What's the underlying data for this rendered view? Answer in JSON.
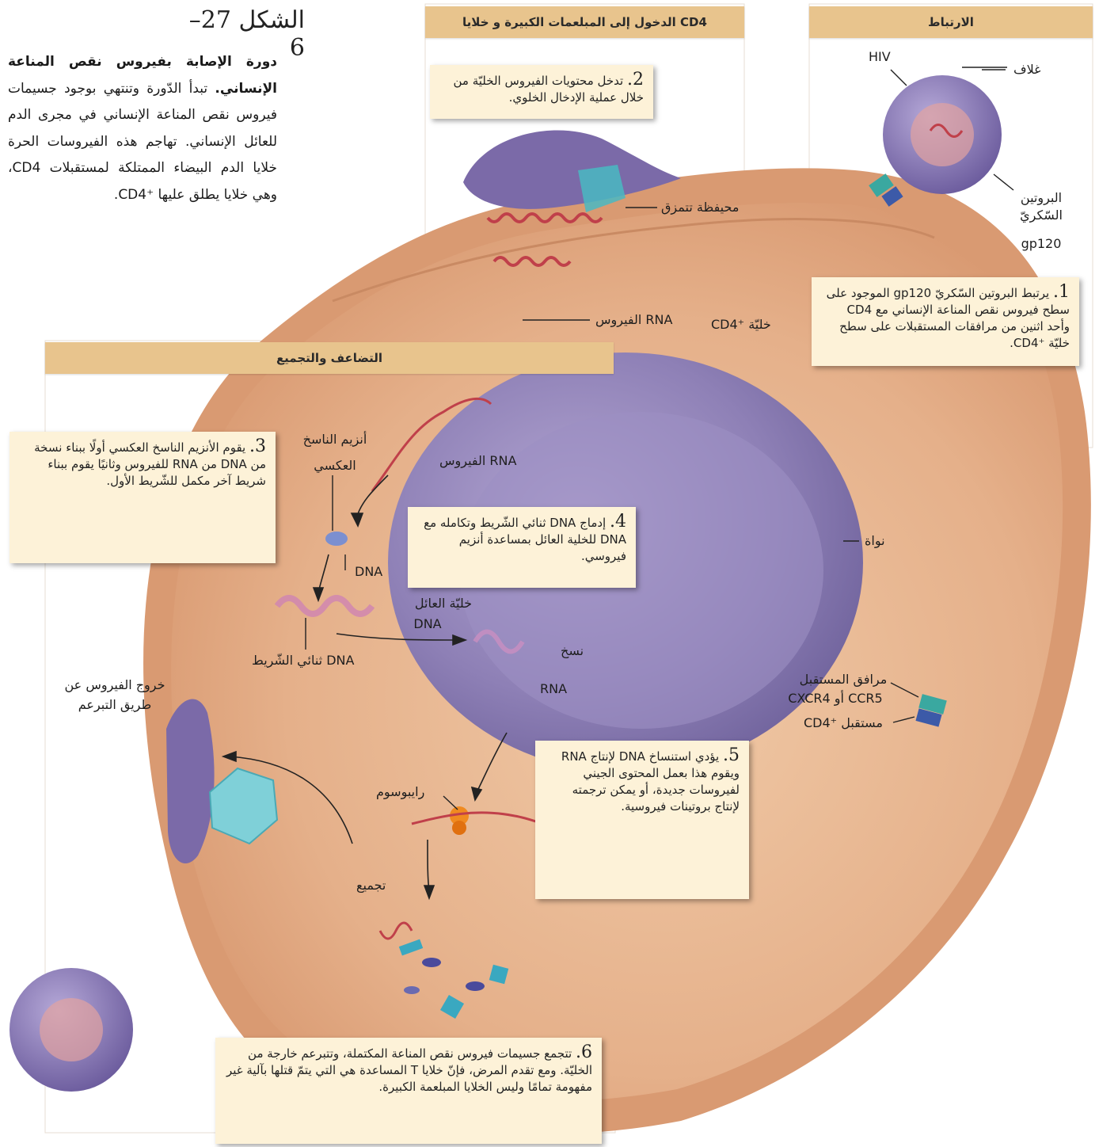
{
  "figure": {
    "number": "الشكل 27–6",
    "caption_bold": "دورة الإصابة بفيروس نقص المناعة الإنساني.",
    "caption_text": "تبدأ الدّورة وتنتهي بوجود جسيمات فيروس نقص المناعة الإنساني في مجرى الدم للعائل الإنساني. تهاجم هذه الفيروسات الحرة خلايا الدم البيضاء الممتلكة لمستقبلات CD4، وهي خلايا يطلق عليها ⁺CD4."
  },
  "stages": {
    "entry": "الدخول إلى المبلعمات الكبيرة و خلايا CD4",
    "binding": "الارتباط",
    "replication": "التضاعف والتجميع"
  },
  "steps": {
    "s1_num": "1.",
    "s1_text": "يرتبط البروتين السّكريّ gp120 الموجود على سطح فيروس نقص المناعة الإنساني مع CD4 وأحد اثنين من مرافقات المستقبلات على سطح خليّة ⁺CD4.",
    "s2_num": "2.",
    "s2_text": "تدخل محتويات الفيروس الخليّة من خلال عملية الإدخال الخلوي.",
    "s3_num": "3.",
    "s3_text": "يقوم الأنزيم الناسخ العكسي أولًا ببناء نسخة من DNA من RNA للفيروس وثانيًا يقوم ببناء شريط آخر مكمل للشّريط الأول.",
    "s4_num": "4.",
    "s4_text": "إدماج DNA ثنائي الشّريط وتكامله مع DNA للخلية العائل بمساعدة أنزيم فيروسي.",
    "s5_num": "5.",
    "s5_text": "يؤدي استنساخ DNA لإنتاج RNA ويقوم هذا بعمل المحتوى الجيني لفيروسات جديدة، أو يمكن ترجمته لإنتاج بروتينات فيروسية.",
    "s6_num": "6.",
    "s6_text": "تتجمع جسيمات فيروس نقص المناعة المكتملة، وتتبرعم خارجة من الخليّة. ومع تقدم المرض، فإنّ خلايا T المساعدة هي التي يتمّ قتلها بآلية غير مفهومة تمامًا وليس الخلايا المبلعمة الكبيرة."
  },
  "labels": {
    "hiv": "HIV",
    "envelope": "غلاف",
    "gp120_1": "البروتين",
    "gp120_2": "السّكريّ",
    "gp120_3": "gp120",
    "vesicle": "محيفظة تتمزق",
    "viral_rna_top": "RNA الفيروس",
    "cd4_cell": "خليّة ⁺CD4",
    "rt_1": "أنزيم الناسخ",
    "rt_2": "العكسي",
    "viral_rna_mid": "RNA الفيروس",
    "dna_single": "DNA",
    "host_dna_1": "خليّة العائل",
    "host_dna_2": "DNA",
    "ds_dna": "DNA ثنائي الشّريط",
    "transcription": "نسخ",
    "rna": "RNA",
    "nucleus": "نواة",
    "coreceptor_1": "مرافق المستقبل",
    "coreceptor_2": "CCR5 أو CXCR4",
    "cd4_receptor": "مستقبل ⁺CD4",
    "budding_1": "خروج الفيروس عن",
    "budding_2": "طريق التبرعم",
    "ribosome": "رايبوسوم",
    "assembly": "تجميع"
  },
  "colors": {
    "band": "#e8c48d",
    "stepbox": "#fdf2d8",
    "cytoplasm": "#e6b38f",
    "membrane": "#d99a72",
    "nucleus": "#8e80b6",
    "virus": "#6a5a9c",
    "rna": "#c0404a"
  }
}
